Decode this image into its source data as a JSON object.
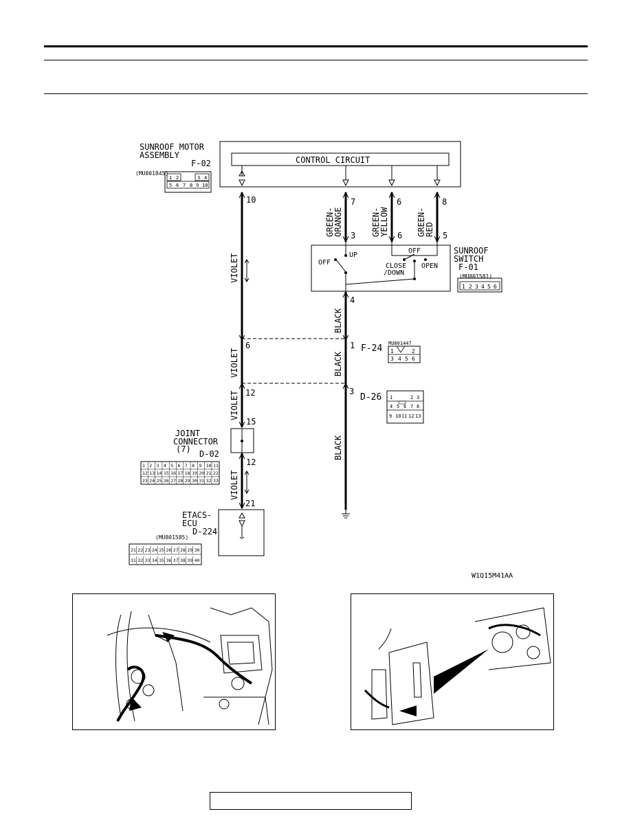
{
  "diagram": {
    "motor_assembly": {
      "title_line1": "SUNROOF MOTOR",
      "title_line2": "ASSEMBLY",
      "code": "F-02",
      "part_no": "(MU801845)",
      "control_circuit": "CONTROL CIRCUIT",
      "pins_top": [
        "1",
        "2",
        "3",
        "4"
      ],
      "pins_bottom": [
        "5",
        "6",
        "7",
        "8",
        "9",
        "10"
      ]
    },
    "sunroof_switch": {
      "title_line1": "SUNROOF",
      "title_line2": "SWITCH",
      "code": "F-01",
      "part_no": "(MU801581)",
      "pins": [
        "1",
        "2",
        "3",
        "4",
        "5",
        "6"
      ],
      "label_up": "UP",
      "label_off_left": "OFF",
      "label_off_top": "OFF",
      "label_close_line1": "CLOSE",
      "label_close_line2": "/DOWN",
      "label_open": "OPEN"
    },
    "wires": {
      "violet": "VIOLET",
      "green_orange_line1": "GREEN-",
      "green_orange_line2": "ORANGE",
      "green_yellow_line1": "GREEN-",
      "green_yellow_line2": "YELLOW",
      "green_red_line1": "GREEN-",
      "green_red_line2": "RED",
      "black": "BLACK"
    },
    "terminals": {
      "t10": "10",
      "t7": "7",
      "t6a": "6",
      "t8": "8",
      "t3a": "3",
      "t6b": "6",
      "t5": "5",
      "t4": "4",
      "t6c": "6",
      "t1": "1",
      "t12a": "12",
      "t3b": "3",
      "t15": "15",
      "t12b": "12",
      "t21": "21"
    },
    "f24": {
      "code": "F-24",
      "part_no": "MU801447",
      "pins_top": [
        "1",
        "2"
      ],
      "pins_bottom": [
        "3",
        "4",
        "5",
        "6"
      ]
    },
    "d26": {
      "code": "D-26",
      "pins_row1": [
        "1",
        "2",
        "3"
      ],
      "pins_row2": [
        "4",
        "5",
        "6",
        "7",
        "8"
      ],
      "pins_row3": [
        "9",
        "10",
        "11",
        "12",
        "13"
      ]
    },
    "joint_connector": {
      "title_line1": "JOINT",
      "title_line2": "CONNECTOR",
      "title_line3": "(7)",
      "code": "D-02",
      "pins_row1": [
        "1",
        "2",
        "3",
        "4",
        "5",
        "6",
        "7",
        "8",
        "9",
        "10",
        "11"
      ],
      "pins_row2": [
        "12",
        "13",
        "14",
        "15",
        "16",
        "17",
        "18",
        "19",
        "20",
        "21",
        "22"
      ],
      "pins_row3": [
        "23",
        "24",
        "25",
        "26",
        "27",
        "28",
        "29",
        "30",
        "31",
        "32",
        "33"
      ]
    },
    "etacs": {
      "title_line1": "ETACS-",
      "title_line2": "ECU",
      "code": "D-224",
      "part_no": "(MU801585)",
      "pins_row1": [
        "21",
        "22",
        "23",
        "24",
        "25",
        "26",
        "27",
        "28",
        "29",
        "30"
      ],
      "pins_row2": [
        "31",
        "32",
        "33",
        "34",
        "35",
        "36",
        "37",
        "38",
        "39",
        "40"
      ]
    },
    "figure_id": "W1Q15M41AA"
  }
}
